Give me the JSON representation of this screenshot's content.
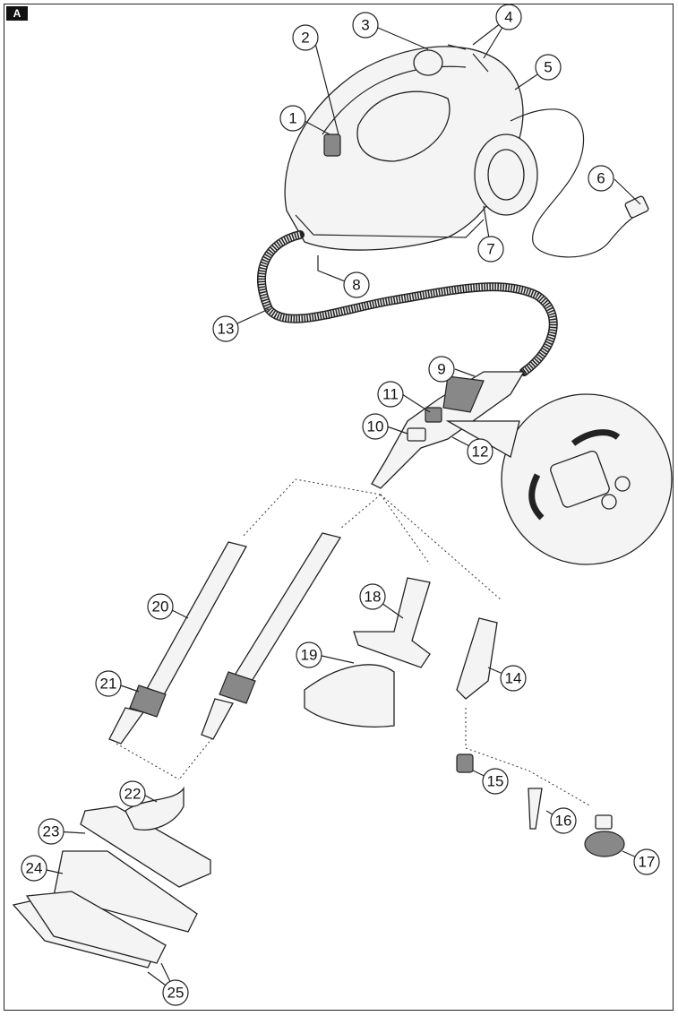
{
  "panel_label": "A",
  "callouts": [
    "1",
    "2",
    "3",
    "4",
    "5",
    "6",
    "7",
    "8",
    "9",
    "10",
    "11",
    "12",
    "13",
    "14",
    "15",
    "16",
    "17",
    "18",
    "19",
    "20",
    "21",
    "22",
    "23",
    "24",
    "25"
  ]
}
